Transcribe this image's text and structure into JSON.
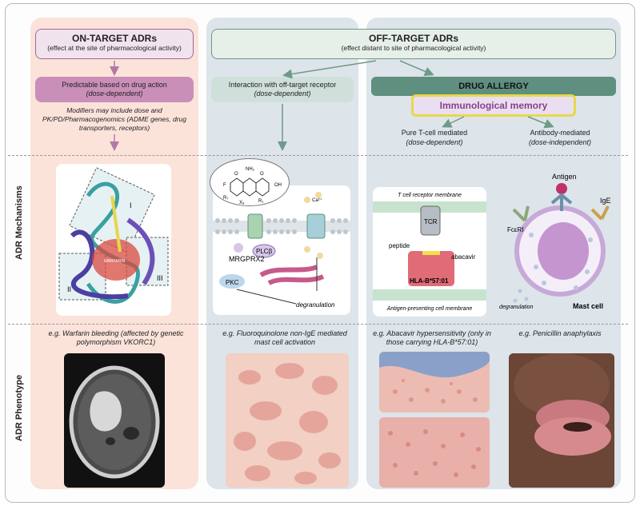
{
  "on_target": {
    "title": "ON-TARGET ADRs",
    "subtitle": "(effect at the site of pharmacological activity)",
    "box_line1": "Predictable based on drug action",
    "box_line2": "(dose-dependent)",
    "modifiers": "Modifiers may include dose and PK/PD/Pharmacogenomics (ADME genes, drug transporters, receptors)",
    "protein_labels": [
      "I",
      "II",
      "III"
    ],
    "warfarin_label": "WARFARIN",
    "example": "e.g. Warfarin bleeding (affected by genetic polymorphism VKORC1)"
  },
  "off_target": {
    "title": "OFF-TARGET ADRs",
    "subtitle": "(effect distant to site of pharmacological activity)",
    "receptor_line1": "Interaction with off-target receptor",
    "receptor_line2": "(dose-dependent)",
    "mech_labels": {
      "mrgprx2": "MRGPRX2",
      "plc": "PLCβ",
      "pkc": "PKC",
      "degranulation": "degranulation",
      "ca": "Ca²⁺",
      "molecule_atoms": [
        "NH₂",
        "O",
        "O",
        "F",
        "OH",
        "R₁",
        "R₇",
        "X₈"
      ]
    },
    "example": "e.g. Fluoroquinolone non-IgE mediated mast cell activation"
  },
  "allergy": {
    "title": "DRUG ALLERGY",
    "memory": "Immunological memory",
    "tcell_line1": "Pure T-cell mediated",
    "tcell_line2": "(dose-dependent)",
    "antibody_line1": "Antibody-mediated",
    "antibody_line2": "(dose-independent)",
    "tcell_panel": {
      "top": "T cell receptor membrane",
      "tcr": "TCR",
      "peptide": "peptide",
      "abacavir": "abacavir",
      "hla": "HLA-B*57:01",
      "bottom": "Antigen-presenting cell membrane"
    },
    "mast_panel": {
      "antigen": "Antigen",
      "ige": "IgE",
      "fce": "FcεRI",
      "degranulation": "degranulation",
      "mast": "Mast cell"
    },
    "example_tcell": "e.g. Abacavir hypersensitivity (only in those carrying HLA-B*57:01)",
    "example_antibody": "e.g. Penicillin anaphylaxis"
  },
  "row_labels": {
    "mechanisms": "ADR Mechanisms",
    "phenotype": "ADR Phenotype"
  },
  "colors": {
    "pink_bg": "#fbe3da",
    "grey_bg": "#dde4ea",
    "green_box": "#cfe0da",
    "dark_green": "#5f8f7e",
    "purple_box": "#c98fb8",
    "memory_yellow": "#e8d84a"
  }
}
